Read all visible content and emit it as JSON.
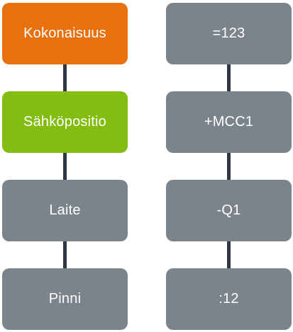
{
  "colors": {
    "orange": "#e8700e",
    "green": "#84bd12",
    "grey": "#7b848b",
    "connector": "#2e3742"
  },
  "left_column": {
    "items": [
      {
        "label": "Kokonaisuus",
        "color": "orange"
      },
      {
        "label": "Sähköpositio",
        "color": "green"
      },
      {
        "label": "Laite",
        "color": "grey"
      },
      {
        "label": "Pinni",
        "color": "grey"
      }
    ]
  },
  "right_column": {
    "items": [
      {
        "label": "=123",
        "color": "grey"
      },
      {
        "label": "+MCC1",
        "color": "grey"
      },
      {
        "label": "-Q1",
        "color": "grey"
      },
      {
        "label": ":12",
        "color": "grey"
      }
    ]
  }
}
